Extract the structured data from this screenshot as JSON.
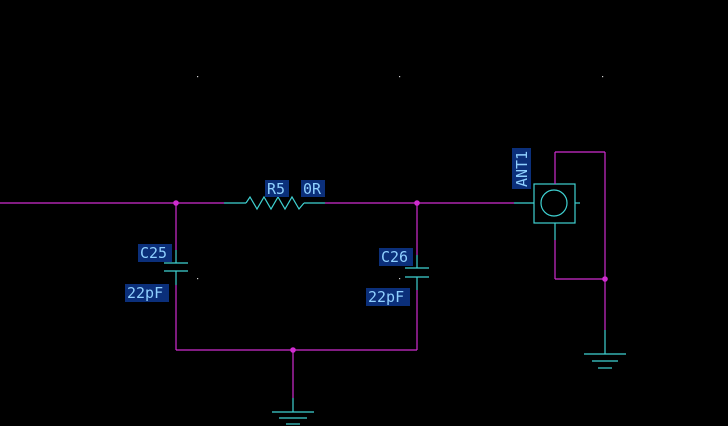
{
  "components": {
    "resistor": {
      "designator": "R5",
      "value": "0R"
    },
    "capacitor_left": {
      "designator": "C25",
      "value": "22pF"
    },
    "capacitor_right": {
      "designator": "C26",
      "value": "22pF"
    },
    "antenna": {
      "designator": "ANT1"
    }
  },
  "colors": {
    "background": "#000000",
    "wire": "#d02cd0",
    "component": "#3fd2d2",
    "label_text": "#8fd0ff",
    "label_background": "#0b2f7a"
  }
}
